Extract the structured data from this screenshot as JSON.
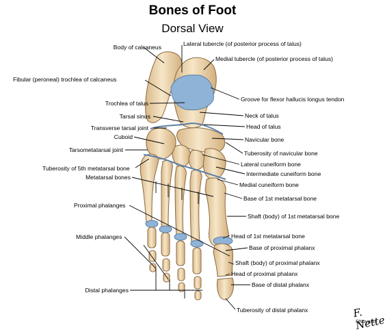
{
  "title": "Bones of Foot",
  "subtitle": "Dorsal View",
  "labels": {
    "body_of_calcaneus": "Body of calcaneus",
    "fibular_trochlea": "Fibular (peroneal) trochlea of calcaneus",
    "trochlea_of_talus": "Trochlea of talus",
    "tarsal_sinus": "Tarsal sinus",
    "transverse_tarsal_joint": "Transverse tarsal joint",
    "cuboid": "Cuboid",
    "tarsometatarsal_joint": "Tarsometatarsal joint",
    "tuberosity_5th_metatarsal": "Tuberosity of 5th metatarsal bone",
    "metatarsal_bones": "Metatarsal bones",
    "proximal_phalanges": "Proximal phalanges",
    "middle_phalanges": "Middle phalanges",
    "distal_phalanges": "Distal phalanges",
    "lateral_tubercle": "Lateral tubercle (of posterior process of talus)",
    "medial_tubercle": "Medial tubercle (of posterior process of talus)",
    "groove_fhl": "Groove for flexor hallucis longus tendon",
    "neck_of_talus": "Neck of talus",
    "head_of_talus": "Head of talus",
    "navicular_bone": "Navicular bone",
    "tuberosity_navicular": "Tuberosity of navicular bone",
    "lateral_cuneiform": "Lateral cuneiform bone",
    "intermediate_cuneiform": "Intermediate cuneiform bone",
    "medial_cuneiform": "Medial cuneiform bone",
    "base_1st_metatarsal": "Base of 1st metatarsal bone",
    "shaft_1st_metatarsal": "Shaft (body) of 1st metatarsal bone",
    "head_1st_metatarsal": "Head of 1st metatarsal bone",
    "base_proximal_phalanx": "Base of proximal phalanx",
    "shaft_proximal_phalanx": "Shaft (body) of proximal phalanx",
    "head_proximal_phalanx": "Head of proximal phalanx",
    "base_distal_phalanx": "Base of distal phalanx",
    "tuberosity_distal_phalanx": "Tuberosity of distal phalanx"
  },
  "signature": "F. Netter",
  "copyright": "©Novartis",
  "colors": {
    "bone": "#f1dcb8",
    "bone_shade": "#d9b98a",
    "bone_outline": "#8a6a40",
    "cartilage": "#8fb3d6",
    "leader": "#000000"
  }
}
